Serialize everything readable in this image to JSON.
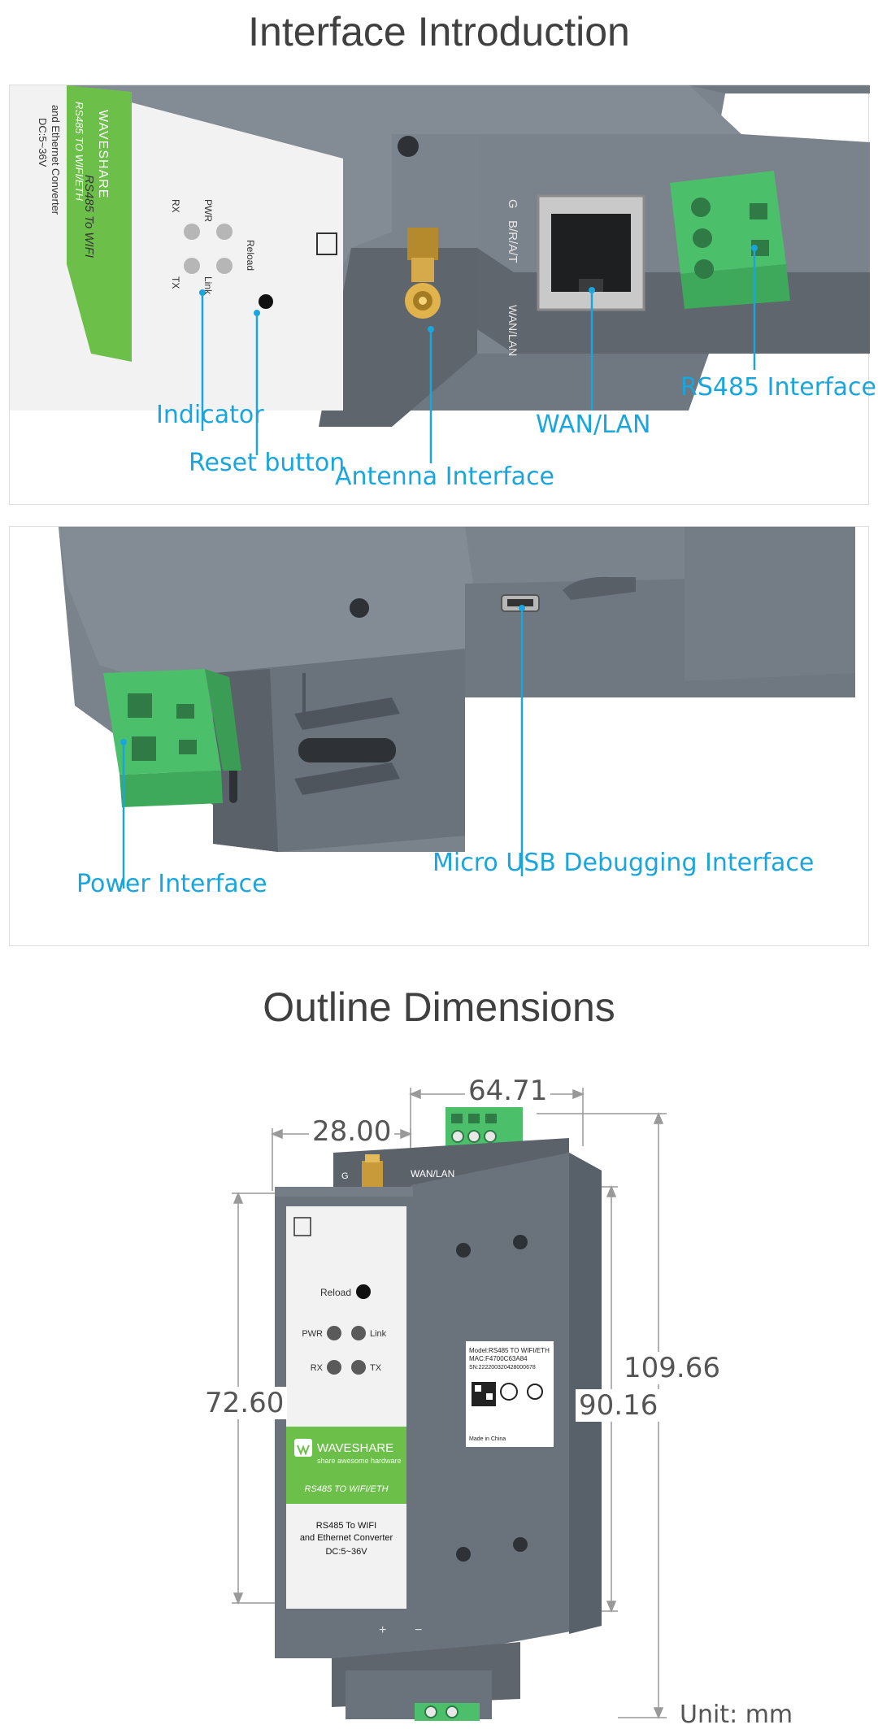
{
  "sections": {
    "interface_title": "Interface Introduction",
    "outline_title": "Outline Dimensions"
  },
  "top_panel": {
    "device_labels": {
      "brand": "WAVESHARE",
      "model_italic": "RS485 TO WIFI/ETH",
      "product_line1": "RS485 To WIFI",
      "product_line2": "and Ethernet Converter",
      "voltage": "DC:5~36V",
      "pwr": "PWR",
      "link": "Link",
      "rx": "RX",
      "tx": "TX",
      "reload": "Reload",
      "port_g": "G",
      "port_b": "B/R/A/T",
      "port_wan": "WAN/LAN"
    },
    "callouts": {
      "indicator": "Indicator",
      "reset": "Reset button",
      "antenna": "Antenna Interface",
      "wan_lan": "WAN/LAN",
      "rs485": "RS485 Interface"
    }
  },
  "middle_panel": {
    "callouts": {
      "power": "Power Interface",
      "micro_usb": "Micro USB Debugging Interface"
    }
  },
  "outline": {
    "dimensions": {
      "top_width": "64.71",
      "side_width": "28.00",
      "total_height": "109.66",
      "body_height": "90.16",
      "front_height": "72.60"
    },
    "unit": "Unit: mm",
    "device_labels": {
      "wan_lan": "WAN/LAN",
      "g": "G",
      "reload": "Reload",
      "pwr": "PWR",
      "link": "Link",
      "rx": "RX",
      "tx": "TX",
      "brand": "WAVESHARE",
      "tagline": "share awesome hardware",
      "model_italic": "RS485 TO WIFI/ETH",
      "product_line1": "RS485 To WIFI",
      "product_line2": "and Ethernet Converter",
      "voltage": "DC:5~36V",
      "plus": "+",
      "minus": "−",
      "sticker_line1": "Model:RS485 TO WIFI/ETH",
      "sticker_line2": "MAC:F4700C63A84",
      "sticker_line3": "SN:222200320428000678",
      "made_in": "Made in China"
    }
  },
  "colors": {
    "accent": "#1aa6dc",
    "device_gray": "#6a727b",
    "device_dark": "#4e555d",
    "terminal_green": "#4cbf6a",
    "label_green": "#6cc04a"
  },
  "icons": [
    "antenna-icon",
    "waveshare-logo-icon",
    "rj45-port-icon",
    "terminal-block-icon",
    "micro-usb-port-icon"
  ]
}
